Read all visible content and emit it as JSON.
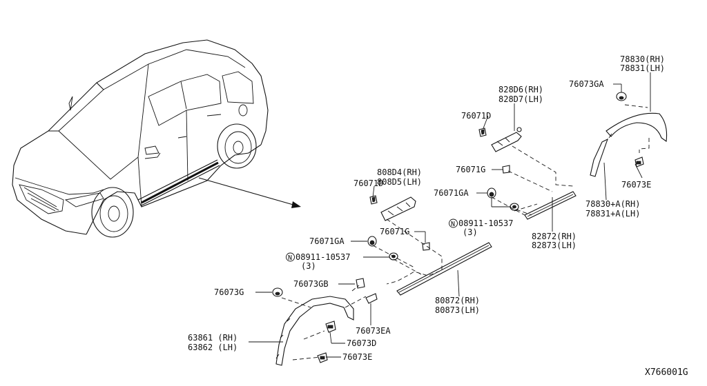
{
  "diagram_id": "X766001G",
  "labels": {
    "l78830": "78830(RH)",
    "l78831": "78831(LH)",
    "l76073GA_top": "76073GA",
    "l828D6": "828D6(RH)",
    "l828D7": "828D7(LH)",
    "l76071D_top": "76071D",
    "l76071G_top": "76071G",
    "l76071GA_top": "76071GA",
    "l08911_top": "08911-10537",
    "l08911_top_qty": "(3)",
    "l82872": "82872(RH)",
    "l82873": "82873(LH)",
    "l76073E_right": "76073E",
    "l78830A": "78830+A(RH)",
    "l78831A": "78831+A(LH)",
    "l808D4": "808D4(RH)",
    "l808D5": "808D5(LH)",
    "l76071D_mid": "76071D",
    "l76071G_mid": "76071G",
    "l76071GA_mid": "76071GA",
    "l08911_mid": "08911-10537",
    "l08911_mid_qty": "(3)",
    "l76073GB": "76073GB",
    "l76073G": "76073G",
    "l80872": "80872(RH)",
    "l80873": "80873(LH)",
    "l76073EA": "76073EA",
    "l76073D": "76073D",
    "l63861": "63861 (RH)",
    "l63862": "63862 (LH)",
    "l76073E_bottom": "76073E",
    "n_symbol": "N"
  }
}
